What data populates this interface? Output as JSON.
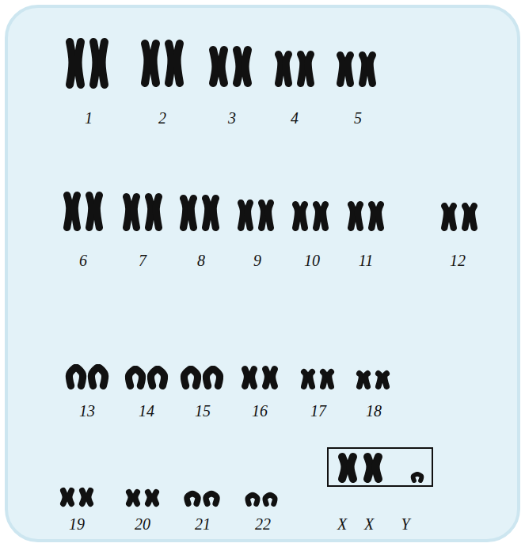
{
  "diagram": {
    "labels": [
      "1",
      "2",
      "3",
      "4",
      "5",
      "6",
      "7",
      "8",
      "9",
      "10",
      "11",
      "12",
      "13",
      "14",
      "15",
      "16",
      "17",
      "18",
      "19",
      "20",
      "21",
      "22",
      "X",
      "X",
      "Y"
    ]
  }
}
